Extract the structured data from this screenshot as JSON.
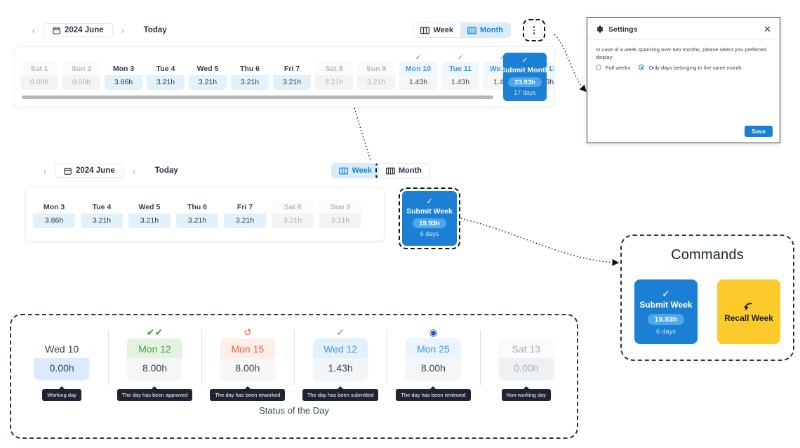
{
  "month_view": {
    "nav": {
      "prev": "‹",
      "next": "›",
      "month_label": "2024 June",
      "today_label": "Today",
      "calendar_icon": "calendar-icon"
    },
    "view_toggle": {
      "week_label": "Week",
      "month_label": "Month",
      "active": "Month"
    },
    "overflow_icon": "kebab-menu-icon",
    "days": [
      {
        "name": "Sat 1",
        "hours": "0.00h",
        "state": "off",
        "check": false
      },
      {
        "name": "Sun 2",
        "hours": "0.00h",
        "state": "off",
        "check": false
      },
      {
        "name": "Mon 3",
        "hours": "3.86h",
        "state": "work",
        "check": false
      },
      {
        "name": "Tue 4",
        "hours": "3.21h",
        "state": "work",
        "check": false
      },
      {
        "name": "Wed 5",
        "hours": "3.21h",
        "state": "work",
        "check": false
      },
      {
        "name": "Thu 6",
        "hours": "3.21h",
        "state": "work",
        "check": false
      },
      {
        "name": "Fri 7",
        "hours": "3.21h",
        "state": "work",
        "check": false
      },
      {
        "name": "Sat 8",
        "hours": "3.21h",
        "state": "off",
        "check": false
      },
      {
        "name": "Sun 9",
        "hours": "3.21h",
        "state": "off",
        "check": false
      },
      {
        "name": "Mon 10",
        "hours": "1.43h",
        "state": "sub",
        "check": true
      },
      {
        "name": "Tue 11",
        "hours": "1.43h",
        "state": "sub",
        "check": true
      },
      {
        "name": "Wed 12",
        "hours": "1.43h",
        "state": "sub",
        "check": true
      },
      {
        "name": "Thu 13",
        "hours": "1.43h",
        "state": "sub",
        "check": true
      }
    ],
    "submit": {
      "label": "Submit Month",
      "hours": "23.93h",
      "days": "17 days",
      "check_icon": "check-icon"
    }
  },
  "week_view": {
    "nav": {
      "prev": "‹",
      "next": "›",
      "month_label": "2024 June",
      "today_label": "Today",
      "calendar_icon": "calendar-icon"
    },
    "view_toggle": {
      "week_label": "Week",
      "month_label": "Month",
      "active": "Week"
    },
    "days": [
      {
        "name": "Mon 3",
        "hours": "3.86h",
        "state": "work"
      },
      {
        "name": "Tue 4",
        "hours": "3.21h",
        "state": "work"
      },
      {
        "name": "Wed 5",
        "hours": "3.21h",
        "state": "work"
      },
      {
        "name": "Thu 6",
        "hours": "3.21h",
        "state": "work"
      },
      {
        "name": "Fri 7",
        "hours": "3.21h",
        "state": "work"
      },
      {
        "name": "Sat 8",
        "hours": "3.21h",
        "state": "off"
      },
      {
        "name": "Sun 9",
        "hours": "3.21h",
        "state": "off"
      }
    ],
    "submit": {
      "label": "Submit Week",
      "hours": "19.93h",
      "days": "6 days",
      "check_icon": "check-icon"
    }
  },
  "settings_dialog": {
    "title": "Settings",
    "gear_icon": "gear-icon",
    "close_icon": "close-icon",
    "description": "In case of a week spanning over two months, please select you preferred display:",
    "options": [
      {
        "label": "Full weeks",
        "selected": false
      },
      {
        "label": "Only days belonging to the same month",
        "selected": true
      }
    ],
    "save_label": "Save"
  },
  "commands": {
    "title": "Commands",
    "buttons": [
      {
        "label": "Submit Week",
        "hours": "19.93h",
        "days": "6 days",
        "style": "blue",
        "icon": "check-icon"
      },
      {
        "label": "Recall Week",
        "style": "yellow",
        "icon": "undo-arrow-icon"
      }
    ]
  },
  "status_of_day": {
    "caption": "Status of the Day",
    "items": [
      {
        "day": "Wed 10",
        "hours": "0.00h",
        "variant": "v-working",
        "icon": "",
        "icon_name": "none",
        "tooltip": "Working day"
      },
      {
        "day": "Mon 12",
        "hours": "8.00h",
        "variant": "v-approved",
        "icon": "✔✔",
        "icon_name": "double-check-icon",
        "tooltip": "The day has been approved"
      },
      {
        "day": "Mon 15",
        "hours": "8.00h",
        "variant": "v-reworked",
        "icon": "↺",
        "icon_name": "rework-undo-icon",
        "tooltip": "The day has been reworked"
      },
      {
        "day": "Wed 12",
        "hours": "1.43h",
        "variant": "v-submitted",
        "icon": "✓",
        "icon_name": "check-icon",
        "tooltip": "The day has been submitted"
      },
      {
        "day": "Mon 25",
        "hours": "8.00h",
        "variant": "v-reviewed",
        "icon": "◉",
        "icon_name": "eye-icon",
        "tooltip": "The day has been reviewed"
      },
      {
        "day": "Sat 13",
        "hours": "0.00h",
        "variant": "v-nonworking",
        "icon": "",
        "icon_name": "none",
        "tooltip": "Non-working day"
      }
    ]
  },
  "colors": {
    "primary_blue": "#1b7fd4",
    "light_blue": "#d8ecfb",
    "yellow": "#fcca2a",
    "green": "#46a247",
    "orange": "#f1603a",
    "tooltip_dark": "#1f2430"
  }
}
